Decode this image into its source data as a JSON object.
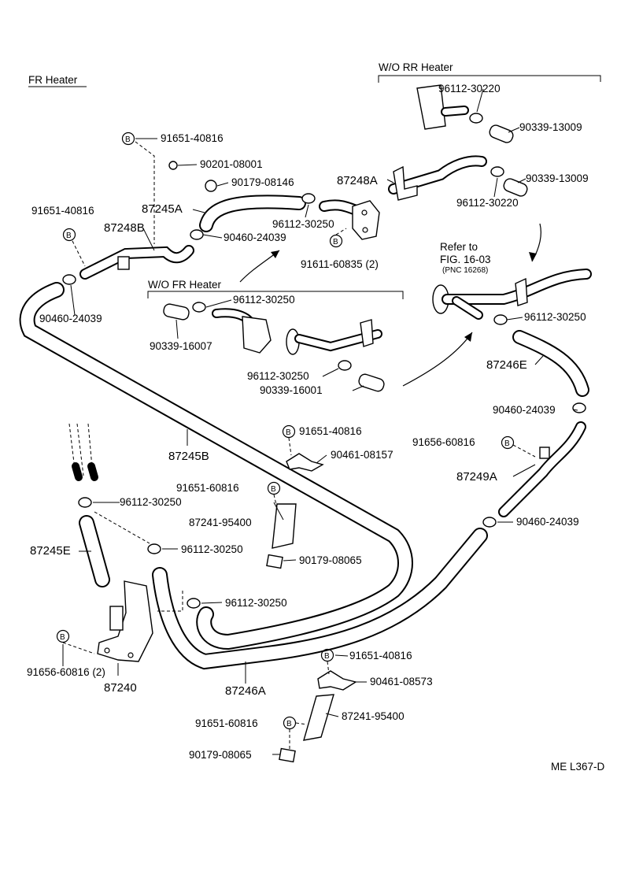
{
  "titles": {
    "fr_heater": "FR Heater",
    "wo_rr_heater": "W/O RR Heater",
    "wo_fr_heater": "W/O FR Heater",
    "refer_to": "Refer to",
    "fig_ref": "FIG. 16-03",
    "pnc_ref": "(PNC 16268)",
    "figure_code": "ME L367-D"
  },
  "bolt_symbol": "B",
  "labels": {
    "p_96112_30220_top": "96112-30220",
    "p_90339_13009_a": "90339-13009",
    "p_90339_13009_b": "90339-13009",
    "p_96112_30220_b": "96112-30220",
    "p_87248A": "87248A",
    "p_91651_40816_top": "91651-40816",
    "p_90201_08001": "90201-08001",
    "p_90179_08146": "90179-08146",
    "p_87245A": "87245A",
    "p_96112_30250_a": "96112-30250",
    "p_91651_40816_left": "91651-40816",
    "p_87248B": "87248B",
    "p_90460_24039_a": "90460-24039",
    "p_91611_60835": "91611-60835 (2)",
    "p_90460_24039_left": "90460-24039",
    "p_96112_30250_wo": "96112-30250",
    "p_90339_16007": "90339-16007",
    "p_96112_30250_right": "96112-30250",
    "p_87246E": "87246E",
    "p_96112_30250_mid": "96112-30250",
    "p_90339_16001": "90339-16001",
    "p_90460_24039_right": "90460-24039",
    "p_91651_40816_mid": "91651-40816",
    "p_90461_08157": "90461-08157",
    "p_91656_60816_right": "91656-60816",
    "p_87245B": "87245B",
    "p_87249A": "87249A",
    "p_91651_60816_mid": "91651-60816",
    "p_96112_30250_left": "96112-30250",
    "p_87241_95400_mid": "87241-95400",
    "p_90460_24039_lower": "90460-24039",
    "p_87245E": "87245E",
    "p_96112_30250_l2": "96112-30250",
    "p_90179_08065_mid": "90179-08065",
    "p_96112_30250_l3": "96112-30250",
    "p_91656_60816_left": "91656-60816 (2)",
    "p_87240": "87240",
    "p_87246A": "87246A",
    "p_91651_40816_bot": "91651-40816",
    "p_90461_08573": "90461-08573",
    "p_87241_95400_bot": "87241-95400",
    "p_91651_60816_bot": "91651-60816",
    "p_90179_08065_bot": "90179-08065"
  }
}
